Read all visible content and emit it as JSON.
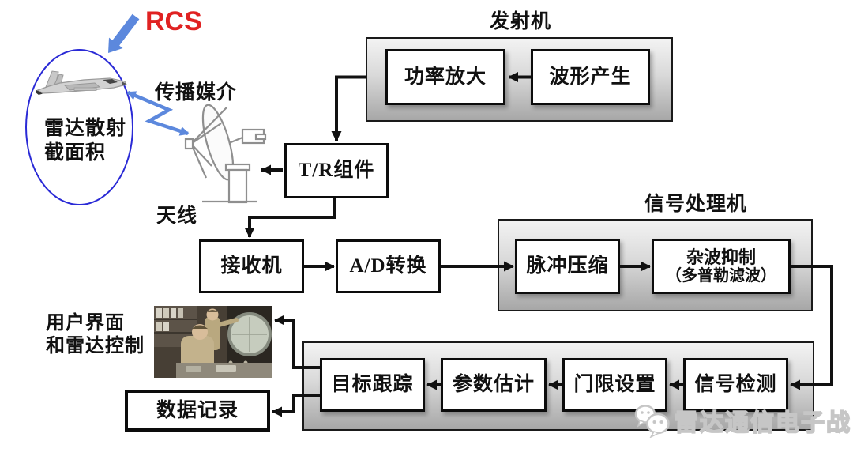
{
  "rcs": {
    "label": "RCS",
    "target_line1": "雷达散射",
    "target_line2": "截面积"
  },
  "medium": {
    "label": "传播媒介"
  },
  "antenna": {
    "label": "天线"
  },
  "transmitter": {
    "title": "发射机",
    "power_amp": "功率放大",
    "waveform_gen": "波形产生"
  },
  "tr_module": {
    "label": "T/R组件"
  },
  "receiver": {
    "label": "接收机"
  },
  "adc": {
    "label": "A/D转换"
  },
  "signal_processor": {
    "title": "信号处理机",
    "pulse_compression": "脉冲压缩",
    "clutter_line1": "杂波抑制",
    "clutter_line2": "（多普勒滤波）"
  },
  "data_processor": {
    "target_tracking": "目标跟踪",
    "param_estimation": "参数估计",
    "threshold_setting": "门限设置",
    "signal_detection": "信号检测"
  },
  "user_interface": {
    "line1": "用户界面",
    "line2": "和雷达控制"
  },
  "data_record": {
    "label": "数据记录"
  },
  "watermark": {
    "label": "雷达通信电子战"
  },
  "colors": {
    "rcs_red": "#e02222",
    "arrow_blue": "#5c88dd",
    "ellipse_blue": "#2a2ad6",
    "arrow_black": "#111111",
    "container_gradient_top": "#f3f3f3",
    "container_gradient_bottom": "#a7a7a7",
    "watermark_gray": "#c6c6c6"
  }
}
